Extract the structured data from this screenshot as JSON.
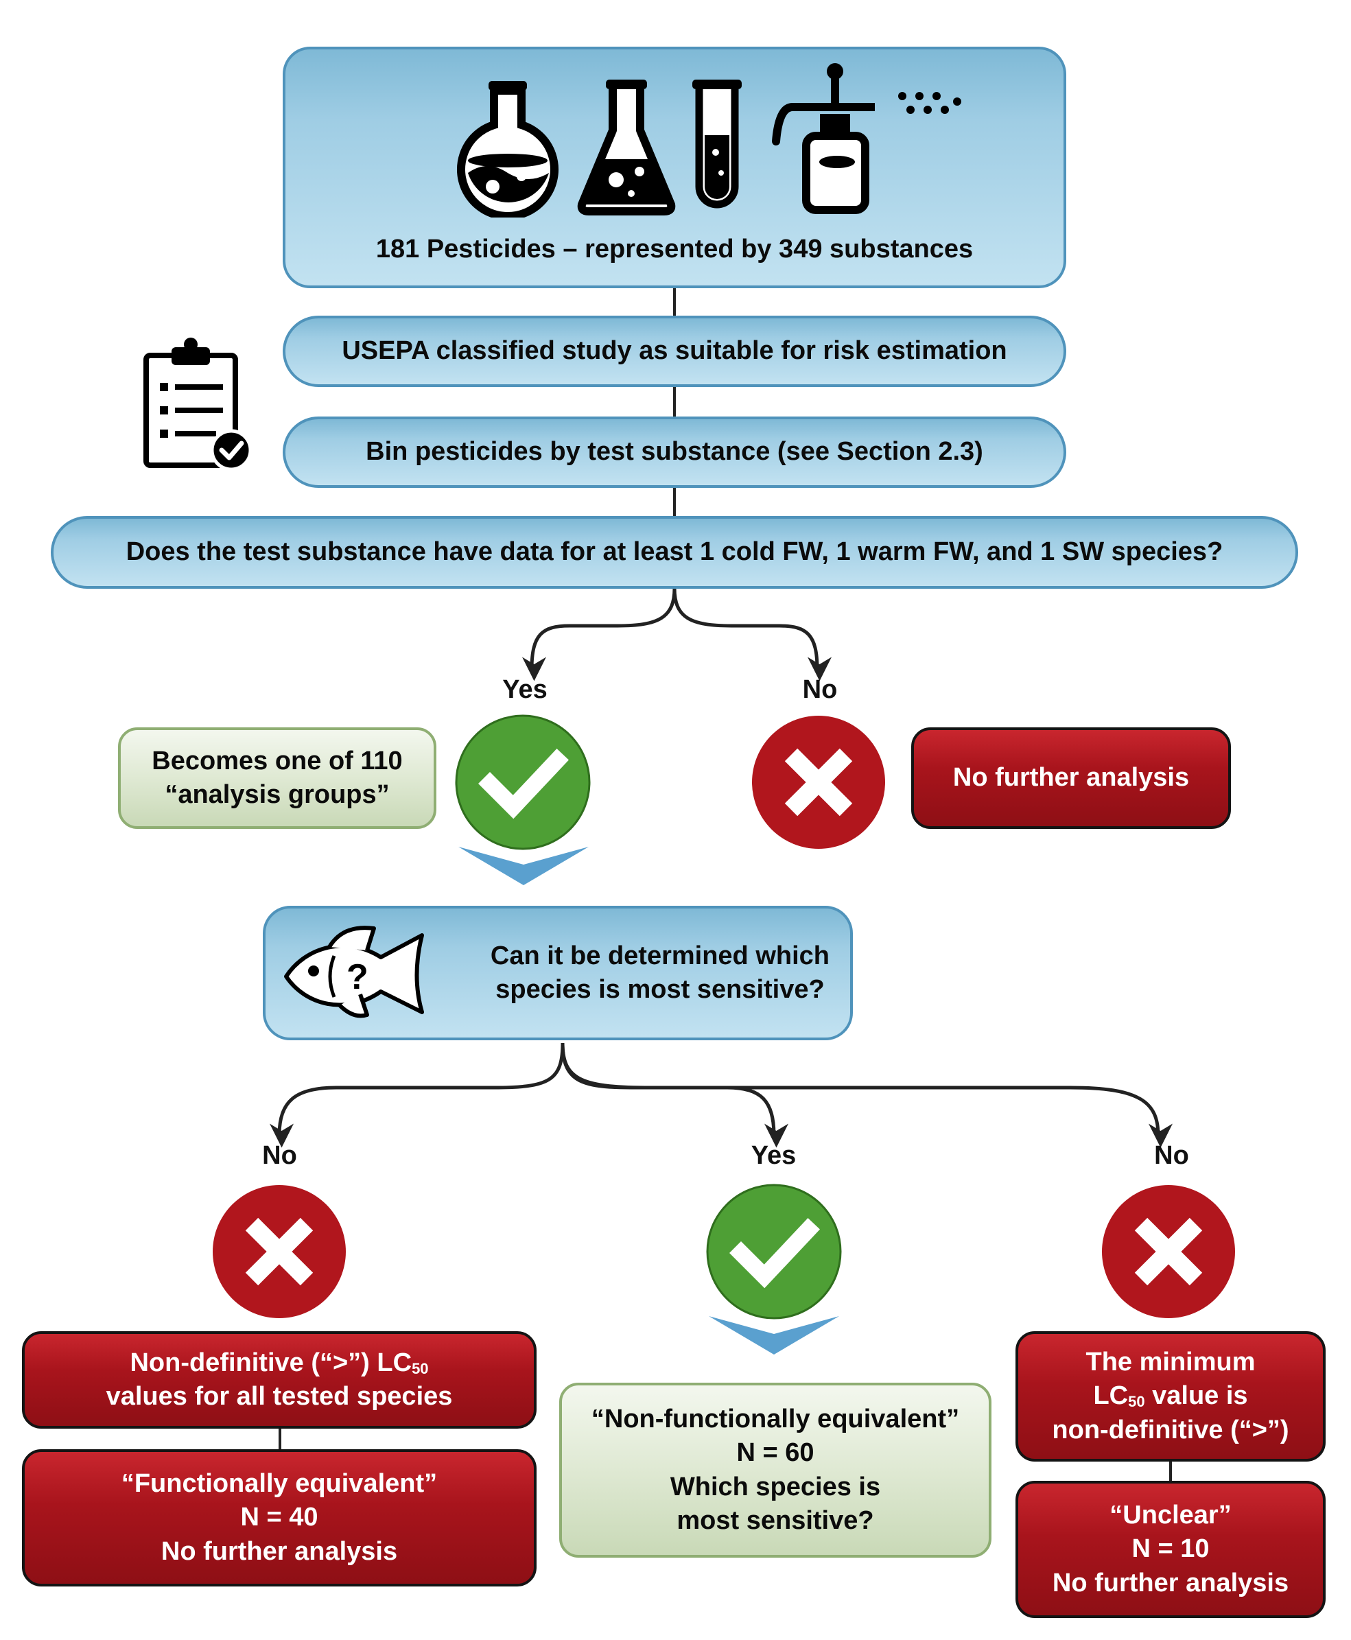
{
  "top_box": {
    "text": "181 Pesticides – represented by 349 substances"
  },
  "step1": {
    "text": "USEPA classified study as suitable for risk estimation"
  },
  "step2": {
    "text": "Bin pesticides by test substance (see Section 2.3)"
  },
  "question1": {
    "text": "Does the test substance have data for at least 1 cold FW, 1 warm FW, and 1 SW species?"
  },
  "branch1": {
    "yes_label": "Yes",
    "no_label": "No",
    "yes_box_line1": "Becomes one of 110",
    "yes_box_line2": "“analysis groups”",
    "no_box": "No further analysis"
  },
  "question2": {
    "line1": "Can it be determined which",
    "line2": "species is most sensitive?"
  },
  "branch2": {
    "left_label": "No",
    "middle_label": "Yes",
    "right_label": "No",
    "left_box1_pre": "Non-definitive (“>”) LC",
    "left_box1_sub": "50",
    "left_box1_line2": "values for all tested species",
    "left_box2_line1": "“Functionally equivalent”",
    "left_box2_line2": "N = 40",
    "left_box2_line3": "No further analysis",
    "middle_box_line1": "“Non-functionally equivalent”",
    "middle_box_line2": "N = 60",
    "middle_box_line3": "Which species is",
    "middle_box_line4": "most sensitive?",
    "right_box1_line1": "The minimum",
    "right_box1_pre": "LC",
    "right_box1_sub": "50",
    "right_box1_post": " value is",
    "right_box1_line3": "non-definitive (“>”)",
    "right_box2_line1": "“Unclear”",
    "right_box2_line2": "N = 10",
    "right_box2_line3": "No further analysis"
  },
  "icons": [
    "flask-icon",
    "erlenmeyer-flask-icon",
    "test-tube-icon",
    "spray-bottle-icon",
    "clipboard-icon",
    "fish-question-icon",
    "check-icon",
    "x-icon"
  ],
  "colors": {
    "blue_fill": "#a9d3ea",
    "blue_border": "#4f93bb",
    "green_fill": "#dfe9d3",
    "red_fill": "#a8141c",
    "check_green": "#4e9f35",
    "x_red": "#b1161d",
    "chevron_blue": "#5aa0cf"
  }
}
